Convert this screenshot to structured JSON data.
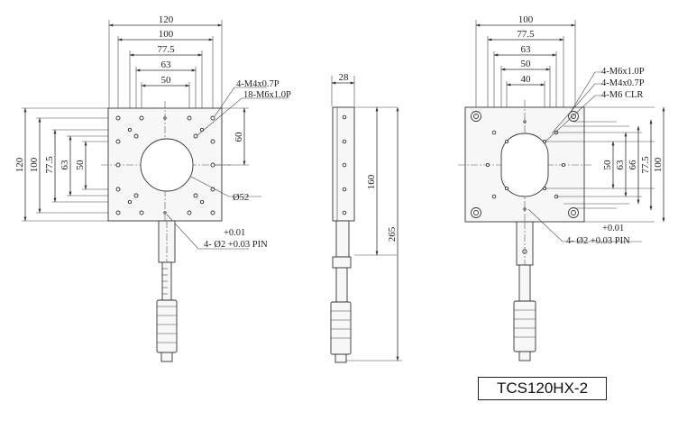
{
  "model": "TCS120HX-2",
  "front_view": {
    "dims_top": [
      "120",
      "100",
      "77.5",
      "63",
      "50"
    ],
    "dims_left": [
      "120",
      "100",
      "77.5",
      "63",
      "50"
    ],
    "dim_right": "60",
    "callouts": [
      "4-M4x0.7P",
      "18-M6x1.0P"
    ],
    "bore": "Ø52",
    "pin_tol": "+0.01",
    "pin": "4- Ø2 +0.03 PIN"
  },
  "side_view": {
    "dim_width": "28",
    "dim_length": "160",
    "dim_total": "265"
  },
  "rear_view": {
    "dims_top": [
      "100",
      "77.5",
      "63",
      "50",
      "40"
    ],
    "dims_right": [
      "50",
      "63",
      "66",
      "77.5",
      "100"
    ],
    "callouts": [
      "4-M6x1.0P",
      "4-M4x0.7P",
      "4-M6 CLR"
    ],
    "pin_tol": "+0.01",
    "pin": "4- Ø2 +0.03 PIN"
  }
}
